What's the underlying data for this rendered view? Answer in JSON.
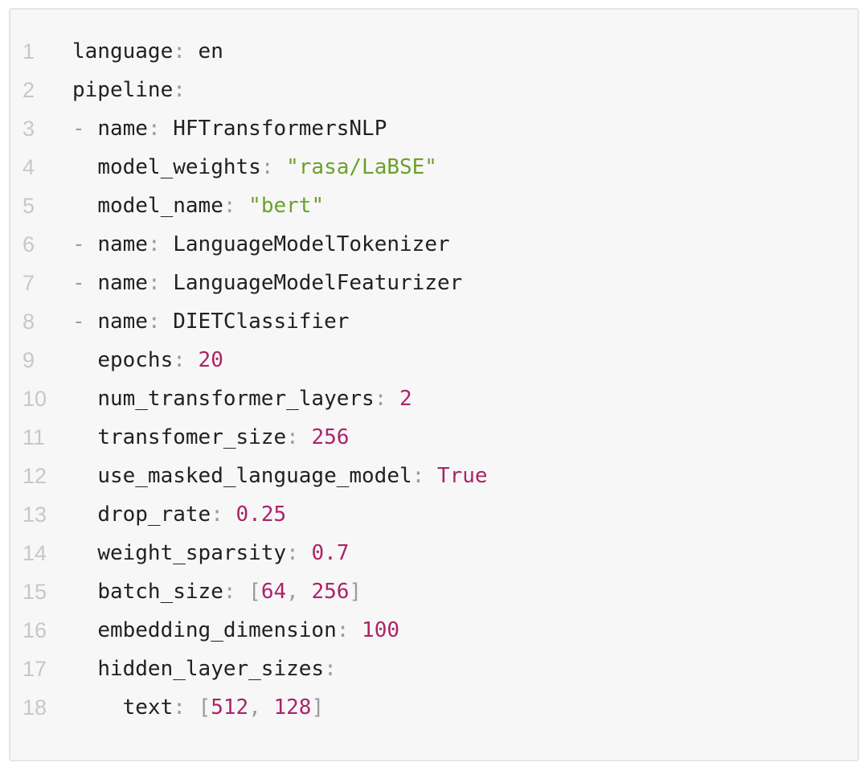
{
  "code_block": {
    "language": "yaml",
    "colors": {
      "page_background": "#ffffff",
      "background": "#f7f7f8",
      "border": "#e5e5e8",
      "key": "#202124",
      "plain": "#202124",
      "punctuation": "#9b9ba1",
      "string": "#6ca028",
      "number": "#ac2368",
      "line_number": "#c7c7cb"
    },
    "lines": [
      {
        "number": "1",
        "tokens": [
          [
            "key",
            "language"
          ],
          [
            "punct",
            ": "
          ],
          [
            "plain",
            "en"
          ]
        ]
      },
      {
        "number": "2",
        "tokens": [
          [
            "key",
            "pipeline"
          ],
          [
            "punct",
            ":"
          ]
        ]
      },
      {
        "number": "3",
        "tokens": [
          [
            "punct",
            "- "
          ],
          [
            "key",
            "name"
          ],
          [
            "punct",
            ": "
          ],
          [
            "plain",
            "HFTransformersNLP"
          ]
        ]
      },
      {
        "number": "4",
        "tokens": [
          [
            "plain",
            "  "
          ],
          [
            "key",
            "model_weights"
          ],
          [
            "punct",
            ": "
          ],
          [
            "string",
            "\"rasa/LaBSE\""
          ]
        ]
      },
      {
        "number": "5",
        "tokens": [
          [
            "plain",
            "  "
          ],
          [
            "key",
            "model_name"
          ],
          [
            "punct",
            ": "
          ],
          [
            "string",
            "\"bert\""
          ]
        ]
      },
      {
        "number": "6",
        "tokens": [
          [
            "punct",
            "- "
          ],
          [
            "key",
            "name"
          ],
          [
            "punct",
            ": "
          ],
          [
            "plain",
            "LanguageModelTokenizer"
          ]
        ]
      },
      {
        "number": "7",
        "tokens": [
          [
            "punct",
            "- "
          ],
          [
            "key",
            "name"
          ],
          [
            "punct",
            ": "
          ],
          [
            "plain",
            "LanguageModelFeaturizer"
          ]
        ]
      },
      {
        "number": "8",
        "tokens": [
          [
            "punct",
            "- "
          ],
          [
            "key",
            "name"
          ],
          [
            "punct",
            ": "
          ],
          [
            "plain",
            "DIETClassifier"
          ]
        ]
      },
      {
        "number": "9",
        "tokens": [
          [
            "plain",
            "  "
          ],
          [
            "key",
            "epochs"
          ],
          [
            "punct",
            ": "
          ],
          [
            "number",
            "20"
          ]
        ]
      },
      {
        "number": "10",
        "tokens": [
          [
            "plain",
            "  "
          ],
          [
            "key",
            "num_transformer_layers"
          ],
          [
            "punct",
            ": "
          ],
          [
            "number",
            "2"
          ]
        ]
      },
      {
        "number": "11",
        "tokens": [
          [
            "plain",
            "  "
          ],
          [
            "key",
            "transfomer_size"
          ],
          [
            "punct",
            ": "
          ],
          [
            "number",
            "256"
          ]
        ]
      },
      {
        "number": "12",
        "tokens": [
          [
            "plain",
            "  "
          ],
          [
            "key",
            "use_masked_language_model"
          ],
          [
            "punct",
            ": "
          ],
          [
            "number",
            "True"
          ]
        ]
      },
      {
        "number": "13",
        "tokens": [
          [
            "plain",
            "  "
          ],
          [
            "key",
            "drop_rate"
          ],
          [
            "punct",
            ": "
          ],
          [
            "number",
            "0.25"
          ]
        ]
      },
      {
        "number": "14",
        "tokens": [
          [
            "plain",
            "  "
          ],
          [
            "key",
            "weight_sparsity"
          ],
          [
            "punct",
            ": "
          ],
          [
            "number",
            "0.7"
          ]
        ]
      },
      {
        "number": "15",
        "tokens": [
          [
            "plain",
            "  "
          ],
          [
            "key",
            "batch_size"
          ],
          [
            "punct",
            ": "
          ],
          [
            "punct",
            "["
          ],
          [
            "number",
            "64"
          ],
          [
            "punct",
            ", "
          ],
          [
            "number",
            "256"
          ],
          [
            "punct",
            "]"
          ]
        ]
      },
      {
        "number": "16",
        "tokens": [
          [
            "plain",
            "  "
          ],
          [
            "key",
            "embedding_dimension"
          ],
          [
            "punct",
            ": "
          ],
          [
            "number",
            "100"
          ]
        ]
      },
      {
        "number": "17",
        "tokens": [
          [
            "plain",
            "  "
          ],
          [
            "key",
            "hidden_layer_sizes"
          ],
          [
            "punct",
            ":"
          ]
        ]
      },
      {
        "number": "18",
        "tokens": [
          [
            "plain",
            "    "
          ],
          [
            "key",
            "text"
          ],
          [
            "punct",
            ": "
          ],
          [
            "punct",
            "["
          ],
          [
            "number",
            "512"
          ],
          [
            "punct",
            ", "
          ],
          [
            "number",
            "128"
          ],
          [
            "punct",
            "]"
          ]
        ]
      }
    ]
  }
}
